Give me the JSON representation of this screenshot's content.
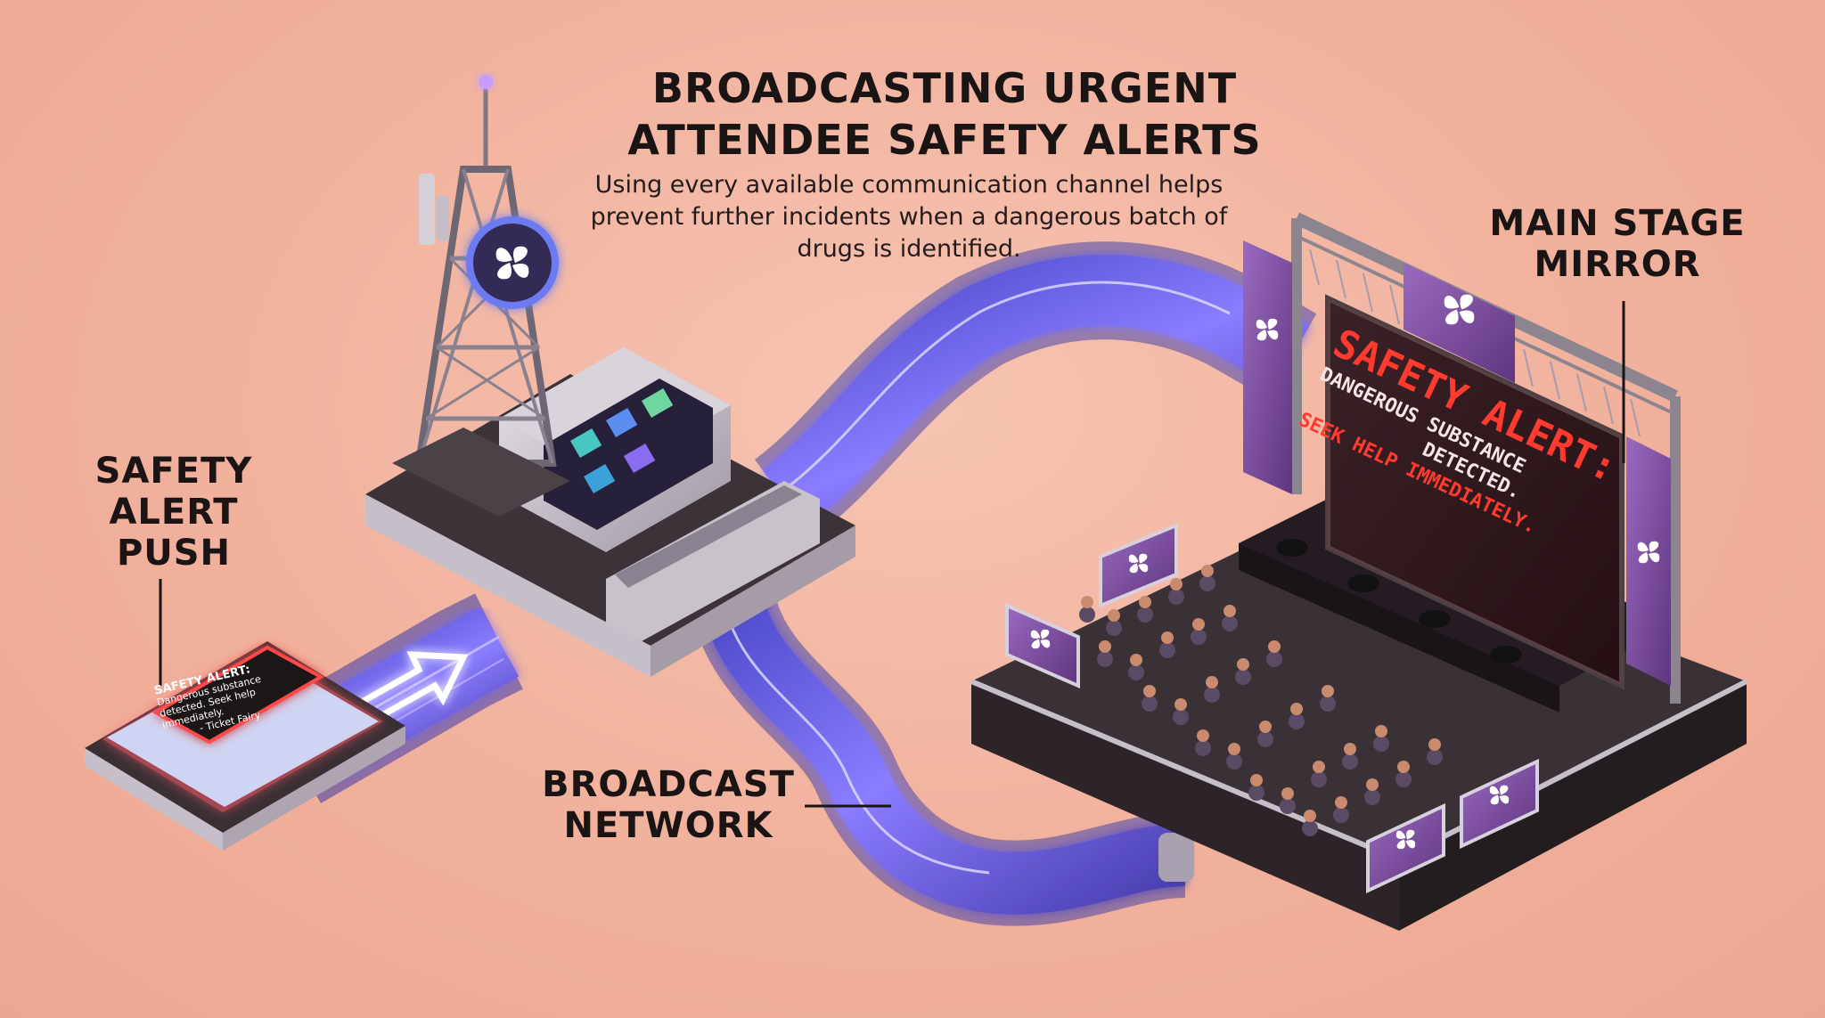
{
  "title": {
    "line1": "BROADCASTING URGENT",
    "line2": "ATTENDEE SAFETY ALERTS"
  },
  "subtitle": "Using every available communication channel helps prevent further incidents when a dangerous batch of drugs is identified.",
  "labels": {
    "safety_alert_push": [
      "SAFETY",
      "ALERT",
      "PUSH"
    ],
    "broadcast_network": [
      "BROADCAST",
      "NETWORK"
    ],
    "main_stage_mirror": [
      "MAIN STAGE",
      "MIRROR"
    ]
  },
  "phone_notification": {
    "title": "SAFETY ALERT:",
    "body": "Dangerous substance detected. Seek help immediately.",
    "sender": "- Ticket Fairy"
  },
  "stage_screen": {
    "headline": "SAFETY ALERT:",
    "line1": "DANGEROUS SUBSTANCE",
    "line2": "DETECTED.",
    "line3": "SEEK HELP IMMEDIATELY."
  },
  "colors": {
    "background": "#f1b19c",
    "accent_purple": "#7a4aa0",
    "cable_glow": "#7b6cff",
    "alert_red": "#ff4a3a"
  },
  "icons": [
    "tower-logo-icon",
    "banner-logo-icon",
    "stage-logo-icon",
    "arrow-icon"
  ]
}
